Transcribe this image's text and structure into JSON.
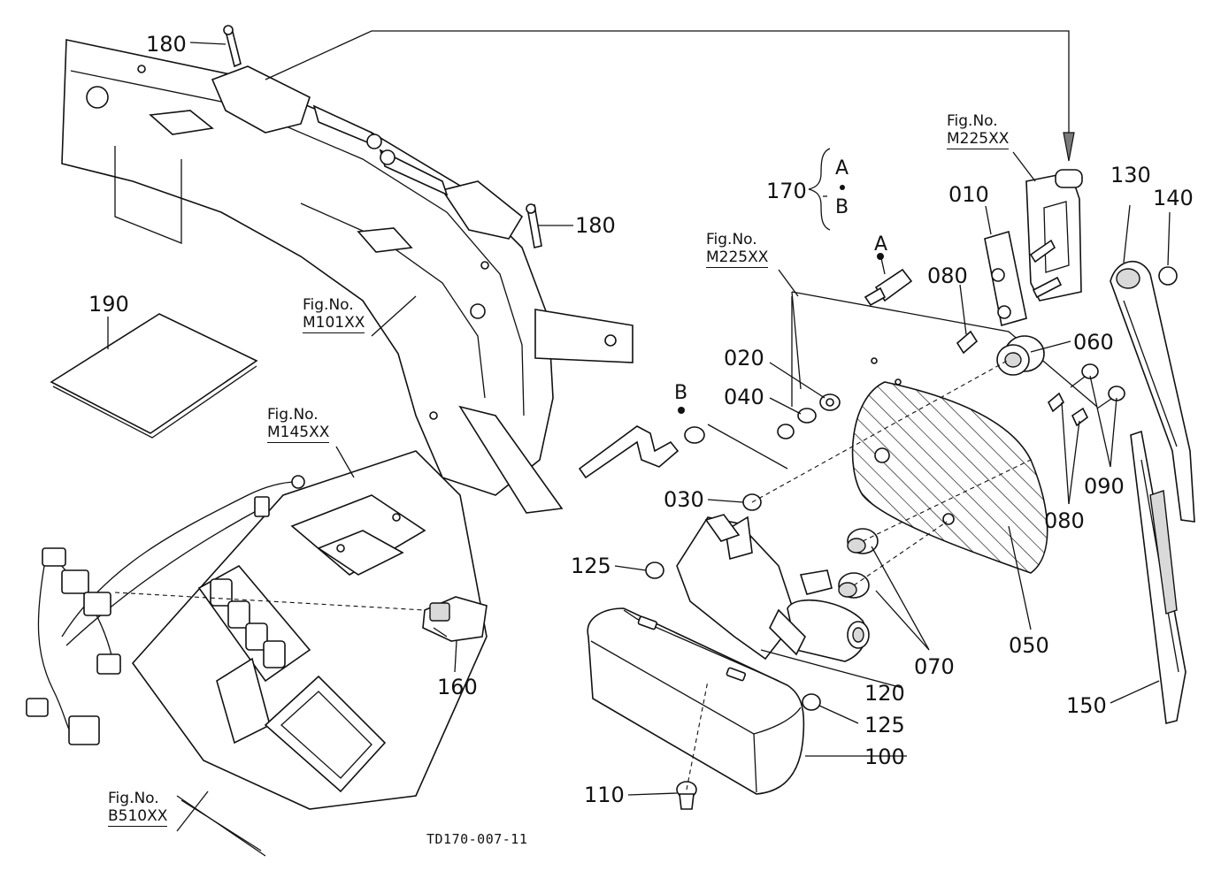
{
  "drawing_code": "TD170-007-11",
  "part_labels": {
    "p180a": "180",
    "p180b": "180",
    "p190": "190",
    "p170": "170",
    "p010": "010",
    "p130": "130",
    "p140": "140",
    "p080a": "080",
    "p060": "060",
    "p020": "020",
    "p040": "040",
    "p030": "030",
    "p125a": "125",
    "p125b": "125",
    "p160": "160",
    "p050": "050",
    "p070": "070",
    "p120": "120",
    "p100": "100",
    "p110": "110",
    "p080b": "080",
    "p090": "090",
    "p150": "150"
  },
  "letters": {
    "a_top": "A",
    "b_bottom": "B",
    "marker_a": "A",
    "marker_b": "B"
  },
  "references": {
    "r1": {
      "caption": "Fig.No.",
      "code": "M225XX"
    },
    "r2": {
      "caption": "Fig.No.",
      "code": "M225XX"
    },
    "r3": {
      "caption": "Fig.No.",
      "code": "M101XX"
    },
    "r4": {
      "caption": "Fig.No.",
      "code": "M145XX"
    },
    "r5": {
      "caption": "Fig.No.",
      "code": "B510XX"
    }
  }
}
